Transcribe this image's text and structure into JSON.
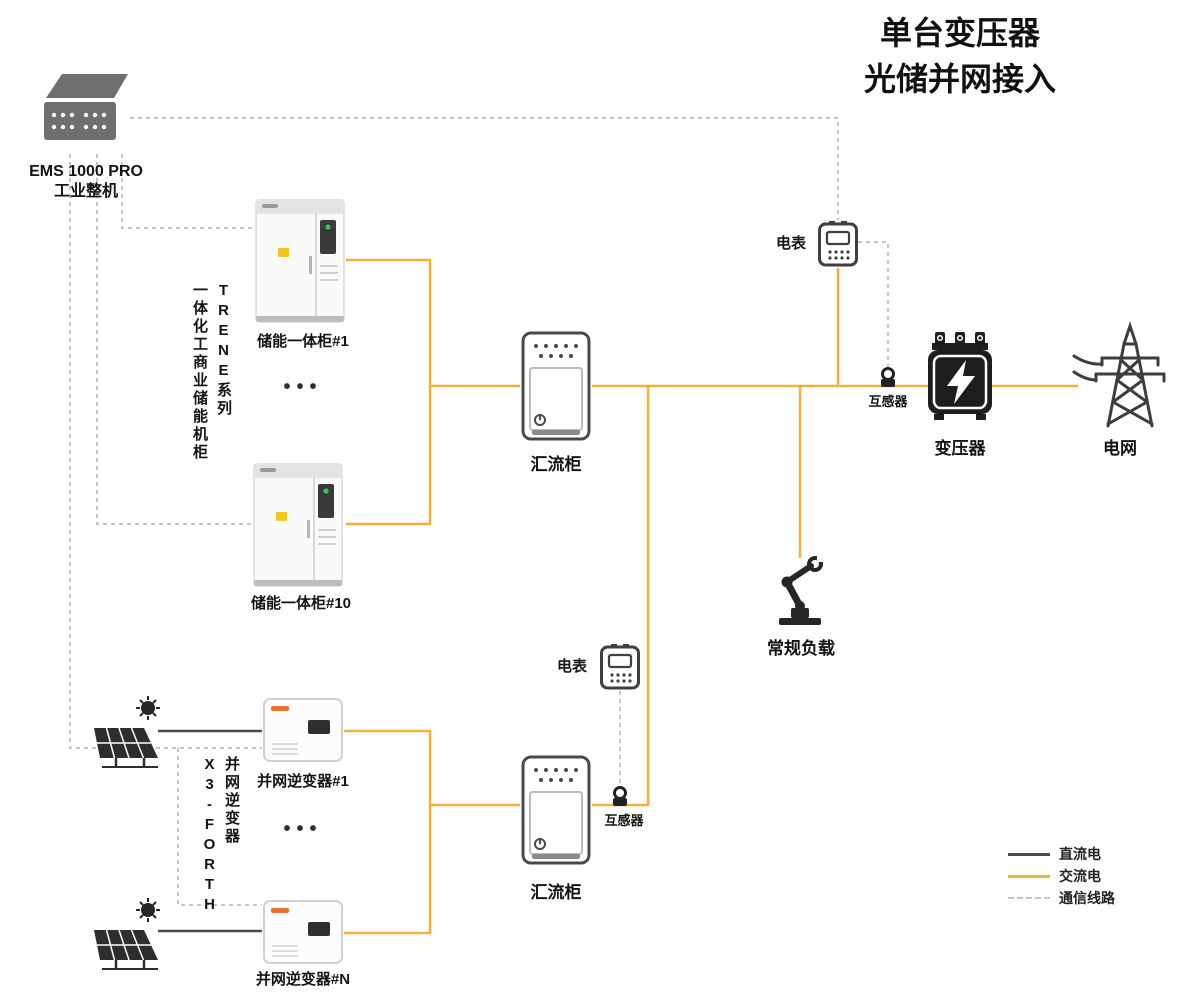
{
  "title": {
    "line1": "单台变压器",
    "line2": "光储并网接入"
  },
  "ems": {
    "model": "EMS 1000 PRO",
    "type": "工业整机"
  },
  "storage": {
    "series_vertical": "TRENE系列",
    "group_vertical": "一体化工商业储能机柜",
    "cabinet_first_label": "储能一体柜#1",
    "cabinet_last_label": "储能一体柜#10",
    "ellipsis": "•••"
  },
  "pv": {
    "series_vertical": "X3-FORTH",
    "group_vertical": "并网逆变器",
    "inverter_first_label": "并网逆变器#1",
    "inverter_last_label": "并网逆变器#N",
    "ellipsis": "•••"
  },
  "combiner_top_label": "汇流柜",
  "combiner_bottom_label": "汇流柜",
  "meter_top_label": "电表",
  "meter_bottom_label": "电表",
  "ct_top_label": "互感器",
  "ct_bottom_label": "互感器",
  "transformer_label": "变压器",
  "grid_label": "电网",
  "load_label": "常规负载",
  "legend": {
    "dc": "直流电",
    "ac": "交流电",
    "comm": "通信线路"
  },
  "colors": {
    "ac": "#F1B23C",
    "dc": "#4A4A4A",
    "comm": "#C4C4C4"
  }
}
